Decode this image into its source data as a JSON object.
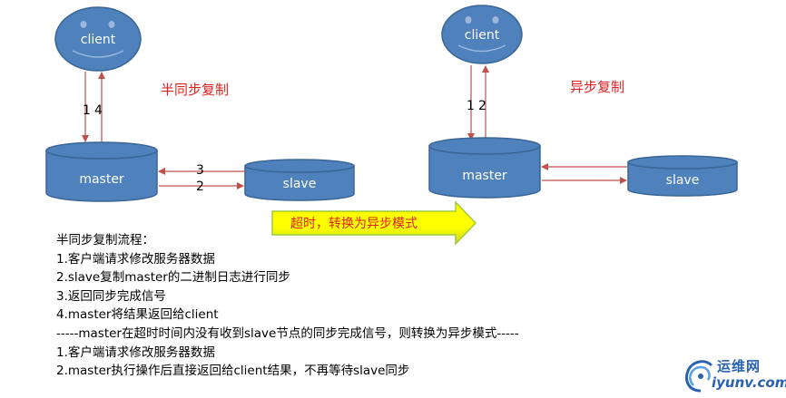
{
  "semi_sync": {
    "title": "半同步复制",
    "client_label": "client",
    "master_label": "master",
    "slave_label": "slave",
    "up_arrow_number": "1",
    "down_arrow_number": "4",
    "step3_number": "3",
    "step2_number": "2"
  },
  "async": {
    "title": "异步复制",
    "client_label": "client",
    "master_label": "master",
    "slave_label": "slave",
    "arrow_num_a": "1",
    "arrow_num_b": "2"
  },
  "banner": {
    "text": "超时，转换为异步模式"
  },
  "notes": [
    "半同步复制流程：",
    "1.客户端请求修改服务器数据",
    "2.slave复制master的二进制日志进行同步",
    "3.返回同步完成信号",
    "4.master将结果返回给client",
    "-----master在超时时间内没有收到slave节点的同步完成信号，则转换为异步模式-----",
    "1.客户端请求修改服务器数据",
    "2.master执行操作后直接返回给client结果，不再等待slave同步"
  ],
  "watermark": {
    "cn": "运维网",
    "en": "iyunv.com"
  },
  "colors": {
    "node_fill": "#4f81bd",
    "node_stroke": "#3a6696",
    "title_red": "#e02020",
    "banner_yellow": "#ffff00",
    "banner_green": "#9bcb3c"
  }
}
